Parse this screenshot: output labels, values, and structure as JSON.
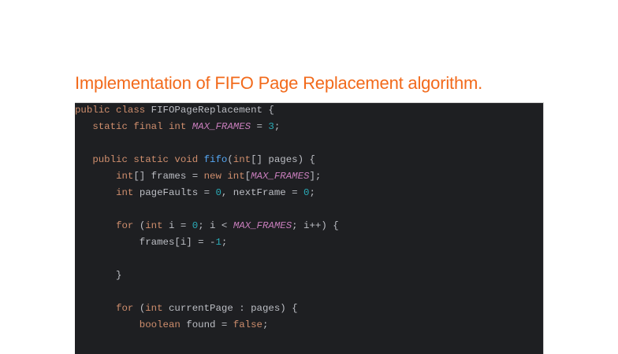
{
  "title": "Implementation of FIFO Page Replacement algorithm.",
  "colors": {
    "title": "#f26a1b",
    "code_background": "#1e1f22",
    "code_text": "#bcbec4",
    "keyword": "#cf8e6d",
    "constant": "#c77dbb",
    "number": "#2aacb8",
    "function": "#56a8f5"
  },
  "code": {
    "language": "java",
    "lines": [
      "public class FIFOPageReplacement {",
      "   static final int MAX_FRAMES = 3;",
      "",
      "   public static void fifo(int[] pages) {",
      "       int[] frames = new int[MAX_FRAMES];",
      "       int pageFaults = 0, nextFrame = 0;",
      "",
      "       for (int i = 0; i < MAX_FRAMES; i++) {",
      "           frames[i] = -1;",
      "",
      "       }",
      "",
      "       for (int currentPage : pages) {",
      "           boolean found = false;",
      ""
    ]
  }
}
